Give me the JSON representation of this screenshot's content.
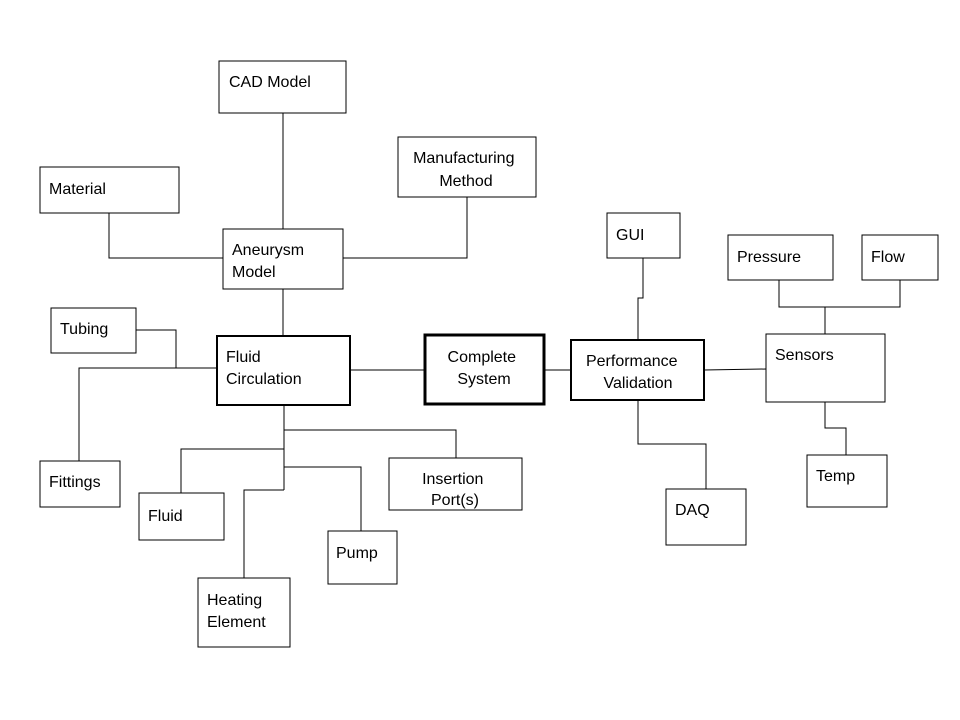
{
  "diagram": {
    "nodes": {
      "cad_model": {
        "lines": [
          "CAD Model"
        ]
      },
      "material": {
        "lines": [
          "Material"
        ]
      },
      "manufacturing_method": {
        "lines": [
          "Manufacturing",
          "Method"
        ]
      },
      "aneurysm_model": {
        "lines": [
          "Aneurysm",
          "Model"
        ]
      },
      "tubing": {
        "lines": [
          "Tubing"
        ]
      },
      "fluid_circulation": {
        "lines": [
          "Fluid",
          "Circulation"
        ]
      },
      "complete_system": {
        "lines": [
          "Complete",
          "System"
        ]
      },
      "performance_validation": {
        "lines": [
          "Performance",
          "Validation"
        ]
      },
      "gui": {
        "lines": [
          "GUI"
        ]
      },
      "pressure": {
        "lines": [
          "Pressure"
        ]
      },
      "flow": {
        "lines": [
          "Flow"
        ]
      },
      "sensors": {
        "lines": [
          "Sensors"
        ]
      },
      "fittings": {
        "lines": [
          "Fittings"
        ]
      },
      "fluid": {
        "lines": [
          "Fluid"
        ]
      },
      "insertion_ports": {
        "lines": [
          "Insertion",
          "Port(s)"
        ]
      },
      "pump": {
        "lines": [
          "Pump"
        ]
      },
      "heating_element": {
        "lines": [
          "Heating",
          "Element"
        ]
      },
      "daq": {
        "lines": [
          "DAQ"
        ]
      },
      "temp": {
        "lines": [
          "Temp"
        ]
      }
    },
    "edges": [
      [
        "cad_model",
        "aneurysm_model"
      ],
      [
        "material",
        "aneurysm_model"
      ],
      [
        "manufacturing_method",
        "aneurysm_model"
      ],
      [
        "aneurysm_model",
        "fluid_circulation"
      ],
      [
        "tubing",
        "fluid_circulation"
      ],
      [
        "fittings",
        "fluid_circulation"
      ],
      [
        "fluid_circulation",
        "complete_system"
      ],
      [
        "fluid_circulation",
        "insertion_ports"
      ],
      [
        "fluid_circulation",
        "fluid"
      ],
      [
        "fluid_circulation",
        "pump"
      ],
      [
        "fluid_circulation",
        "heating_element"
      ],
      [
        "complete_system",
        "performance_validation"
      ],
      [
        "performance_validation",
        "gui"
      ],
      [
        "performance_validation",
        "sensors"
      ],
      [
        "performance_validation",
        "daq"
      ],
      [
        "sensors",
        "pressure"
      ],
      [
        "sensors",
        "flow"
      ],
      [
        "sensors",
        "temp"
      ]
    ]
  }
}
